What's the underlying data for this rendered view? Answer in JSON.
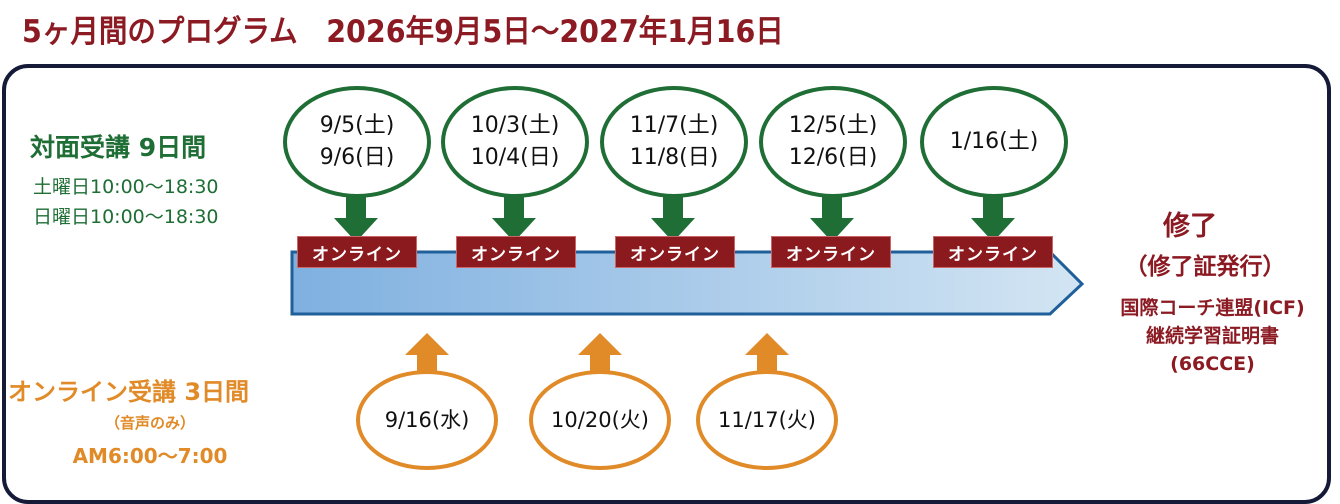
{
  "header": {
    "title": "5ヶ月間のプログラム　2026年9月5日～2027年1月16日"
  },
  "in_person": {
    "title": "対面受講 9日間",
    "schedule": [
      "土曜日10:00～18:30",
      "日曜日10:00～18:30"
    ],
    "color": "#1e6e35",
    "sessions": [
      {
        "line1": "9/5(土)",
        "line2": "9/6(日)",
        "tag": "オンライン"
      },
      {
        "line1": "10/3(土)",
        "line2": "10/4(日)",
        "tag": "オンライン"
      },
      {
        "line1": "11/7(土)",
        "line2": "11/8(日)",
        "tag": "オンライン"
      },
      {
        "line1": "12/5(土)",
        "line2": "12/6(日)",
        "tag": "オンライン"
      },
      {
        "line1": "1/16(土)",
        "line2": "",
        "tag": "オンライン"
      }
    ]
  },
  "online": {
    "title": "オンライン受講 3日間",
    "subtitle": "（音声のみ）",
    "time": "AM6:00～7:00",
    "color": "#e08a28",
    "sessions": [
      {
        "date": "9/16(水)"
      },
      {
        "date": "10/20(火)"
      },
      {
        "date": "11/17(火)"
      }
    ]
  },
  "completion": {
    "title": "修了",
    "subtitle": "（修了証発行）",
    "cert_lines": [
      "国際コーチ連盟(ICF)",
      "継続学習証明書",
      "(66CCE)"
    ],
    "color": "#8b1a22"
  },
  "colors": {
    "frame": "#141a38",
    "tag_bg": "#8b1a1e",
    "bar_start": "#7fb0e0",
    "bar_end": "#cfe2f1",
    "bar_border": "#1f5f9a"
  }
}
